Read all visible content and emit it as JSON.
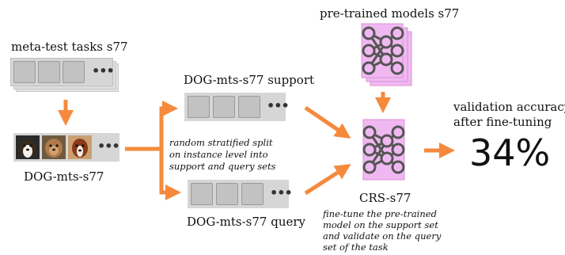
{
  "meta_test": {
    "label": "meta-test tasks s77"
  },
  "dataset": {
    "label": "DOG-mts-s77",
    "dots": "•••"
  },
  "support": {
    "label": "DOG-mts-s77 support",
    "dots": "•••"
  },
  "query": {
    "label": "DOG-mts-s77 query",
    "dots": "•••"
  },
  "split_note": {
    "line1": "random stratified split",
    "line2": "on instance level into",
    "line3": "support and query sets"
  },
  "pretrained": {
    "label": "pre-trained models s77"
  },
  "model": {
    "label": "CRS-s77"
  },
  "finetune_note": {
    "line1": "fine-tune the pre-trained",
    "line2": "model on the support set",
    "line3": "and validate on the query",
    "line4": "set of the task"
  },
  "result": {
    "label_line1": "validation accuracy",
    "label_line2": "after fine-tuning",
    "value": "34%"
  },
  "colors": {
    "arrow": "#f58a3c",
    "model_fill": "#f0b8f0",
    "model_border": "#d890d8",
    "node": "#555555"
  }
}
